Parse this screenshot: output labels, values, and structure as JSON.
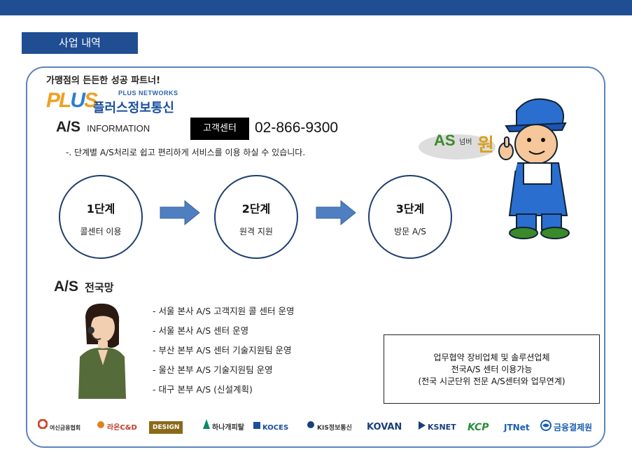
{
  "header": {
    "section_title": "사업 내역"
  },
  "brand": {
    "tagline": "가맹점의 든든한 성공 파트너!",
    "logo_plus": "PLUS",
    "logo_en": "PLUS NETWORKS",
    "logo_ko": "플러스정보통신"
  },
  "as_info": {
    "title": "A/S",
    "subtitle": "INFORMATION",
    "cc_label": "고객센터",
    "phone": "02-866-9300",
    "description": "-. 단계별 A/S처리로 쉽고 편리하게 서비스를 이용 하실 수 있습니다."
  },
  "steps": [
    {
      "title": "1단계",
      "desc": "콜센터 이용"
    },
    {
      "title": "2단계",
      "desc": "원격 지원"
    },
    {
      "title": "3단계",
      "desc": "방문 A/S"
    }
  ],
  "mascot": {
    "text_as": "AS",
    "text_small": "넘버",
    "text_one": "원"
  },
  "network": {
    "title": "A/S",
    "title_ko": "전국망",
    "items": [
      "- 서울 본사 A/S 고객지원 콜 센터 운영",
      "- 서울 본사 A/S 센터 운영",
      "- 부산 본부 A/S 센터 기술지원팀 운영",
      "- 울산 본부 A/S 기술지원팀 운영",
      "- 대구 본부 A/S (신설계획)"
    ]
  },
  "partner_box": {
    "line1": "업무협약 장비업체 및 솔루션업체",
    "line2": "전국A/S 센터 이용가능",
    "line3": "(전국 시군단위 전문 A/S센터와 업무연계)"
  },
  "partners": [
    {
      "name": "여신금융협회",
      "icon": "circle-logo-icon",
      "color": "#d04a2a"
    },
    {
      "name": "라온C&D",
      "icon": "laon-logo-icon",
      "color": "#c0392b"
    },
    {
      "name": "DESIGN",
      "icon": "a-plus-design-logo-icon",
      "color": "#8a6a1a"
    },
    {
      "name": "하나개피탈",
      "icon": "hana-logo-icon",
      "color": "#0a8a6a"
    },
    {
      "name": "KOCES",
      "icon": "koces-logo-icon",
      "color": "#1a4fa0"
    },
    {
      "name": "KIS정보통신",
      "icon": "kis-logo-icon",
      "color": "#1a3f7a"
    },
    {
      "name": "KOVAN",
      "icon": "kovan-logo-icon",
      "color": "#1a3f7a"
    },
    {
      "name": "KSNET",
      "icon": "ksnet-logo-icon",
      "color": "#1a3f7a"
    },
    {
      "name": "KCP",
      "icon": "kcp-logo-icon",
      "color": "#2a8a3a"
    },
    {
      "name": "JTNet",
      "icon": "jtnet-logo-icon",
      "color": "#1a5fb0"
    },
    {
      "name": "금융결제원",
      "icon": "kftc-logo-icon",
      "color": "#1a5fb0"
    }
  ],
  "colors": {
    "brand_blue": "#1f4e93",
    "arrow_blue": "#4f7fc0",
    "panel_border": "#5b84b9"
  }
}
